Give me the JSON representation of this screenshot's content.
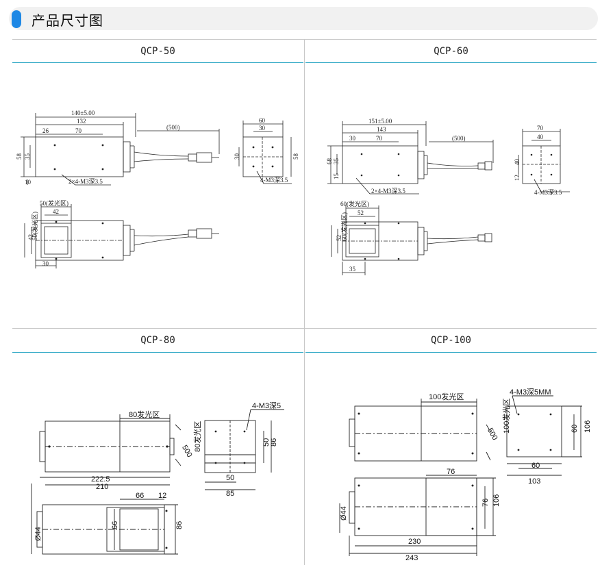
{
  "page_title": "产品尺寸图",
  "panels": [
    {
      "model": "QCP-50"
    },
    {
      "model": "QCP-60"
    },
    {
      "model": "QCP-80"
    },
    {
      "model": "QCP-100"
    }
  ],
  "qcp50": {
    "overall": "140±5.00",
    "body": "132",
    "d26": "26",
    "d70": "70",
    "cable": "(500)",
    "h58": "58",
    "h35": "35",
    "h10": "10",
    "holes": "2×4-M3深3.5",
    "side_w60": "60",
    "side_w30": "30",
    "side_h58": "58",
    "side_h30": "30",
    "side_holes": "4-M3深3.5",
    "emit_w": "50(发光区)",
    "emit_in": "42",
    "emit_h": "50(发光区)",
    "emit_h_in": "42",
    "off30": "30"
  },
  "qcp60": {
    "overall": "151±5.00",
    "body": "143",
    "d30": "30",
    "d70": "70",
    "cable": "(500)",
    "h68": "68",
    "h35": "35",
    "h15": "15",
    "holes": "2×4-M3深3.5",
    "side_w70": "70",
    "side_w40": "40",
    "side_h40": "40",
    "side_h12": "12",
    "side_holes": "4-M3深3.5",
    "emit_w": "60(发光区)",
    "emit_in": "52",
    "emit_h": "60(发光区)",
    "emit_h_in": "52",
    "off35": "35"
  },
  "qcp80": {
    "emit": "80发光区",
    "overall": "222.5",
    "body": "210",
    "cable": "500",
    "emit_side": "80发光区",
    "side_holes": "4-M3深5",
    "side_h50": "50",
    "side_h86": "86",
    "side_w50": "50",
    "side_w85": "85",
    "top_66": "66",
    "top_12": "12",
    "top_h66": "66",
    "top_h86": "86",
    "dia": "Ø44"
  },
  "qcp100": {
    "emit": "100发光区",
    "cable": "500",
    "emit_side": "100发光区",
    "side_holes": "4-M3深5MM",
    "side_h60": "60",
    "side_h106": "106",
    "side_w60": "60",
    "side_w103": "103",
    "top_76": "76",
    "top_h76": "76",
    "top_h106": "106",
    "dia": "Ø44",
    "len230": "230",
    "len243": "243"
  }
}
